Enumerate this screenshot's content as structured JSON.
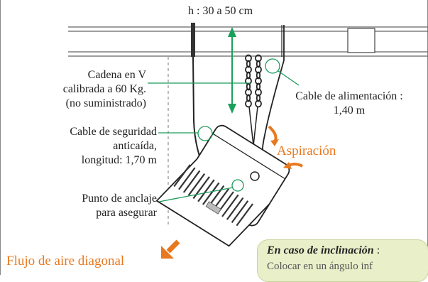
{
  "height_label": "h : 30 a 50 cm",
  "chain_label": [
    "Cadena en V",
    "calibrada a 60 Kg.",
    "(no suministrado)"
  ],
  "safety_label": [
    "Cable de seguridad",
    "anticaída,",
    "longitud: 1,70 m"
  ],
  "anchor_label": [
    "Punto de anclaje",
    "para asegurar"
  ],
  "power_label": [
    "Cable de alimentación :",
    "1,40 m"
  ],
  "suction_label": "Aspiración",
  "airflow_label": "Flujo de aire diagonal",
  "note": {
    "title": "En caso de inclinación",
    "separator": " :",
    "line2": "Colocar en un ángulo inf"
  },
  "colors": {
    "callout": "#1a9a5a",
    "arrow_green": "#1aa05a",
    "orange": "#e8781e",
    "note_bg": "#e9efc9"
  }
}
